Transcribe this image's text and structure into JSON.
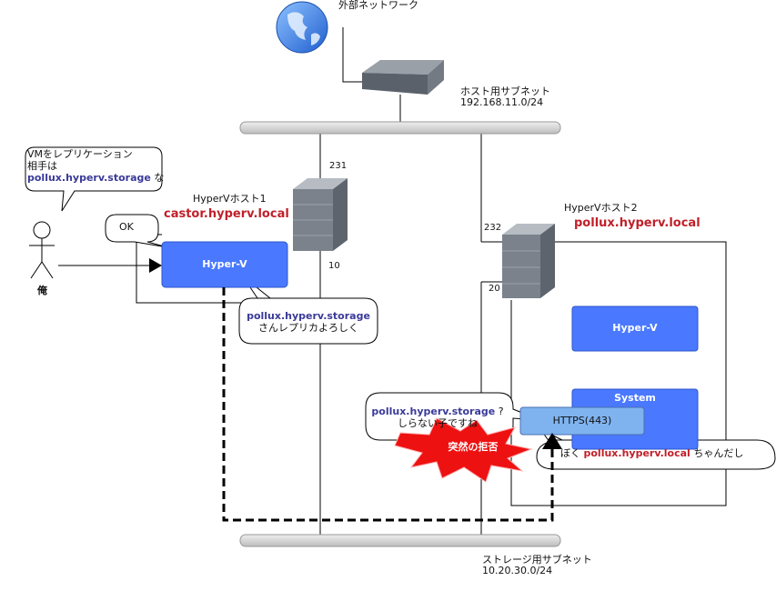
{
  "network": {
    "external_label": "外部ネットワーク",
    "host_subnet_label": "ホスト用サブネット",
    "host_subnet_cidr": "192.168.11.0/24",
    "storage_subnet_label": "ストレージ用サブネット",
    "storage_subnet_cidr": "10.20.30.0/24"
  },
  "host1": {
    "title": "HyperVホスト1",
    "fqdn": "castor.hyperv.local",
    "ip_host": "231",
    "ip_storage": "10",
    "hyperv_label": "Hyper-V"
  },
  "host2": {
    "title": "HyperVホスト2",
    "fqdn": "pollux.hyperv.local",
    "ip_host": "232",
    "ip_storage": "20",
    "hyperv_label": "Hyper-V",
    "system_label": "System",
    "https_label": "HTTPS(443)"
  },
  "user": {
    "label": "俺",
    "speech_line1": "VMをレプリケーション",
    "speech_line2": "相手は",
    "speech_target": "pollux.hyperv.storage",
    "speech_suffix": " な"
  },
  "bubbles": {
    "ok": "OK",
    "request_target": "pollux.hyperv.storage",
    "request_text": "さんレプリカよろしく",
    "unknown_target": "pollux.hyperv.storage",
    "unknown_q": " ?",
    "unknown_text": "しらない子ですね",
    "self_prefix": "ぼく ",
    "self_name": "pollux.hyperv.local",
    "self_suffix": " ちゃんだし"
  },
  "rejection": "突然の拒否",
  "colors": {
    "hyperv_blue": "#4a79ff",
    "https_light_blue": "#7fb3f0",
    "rejection_red": "#ee1111",
    "host_name_red": "#c0202a"
  }
}
